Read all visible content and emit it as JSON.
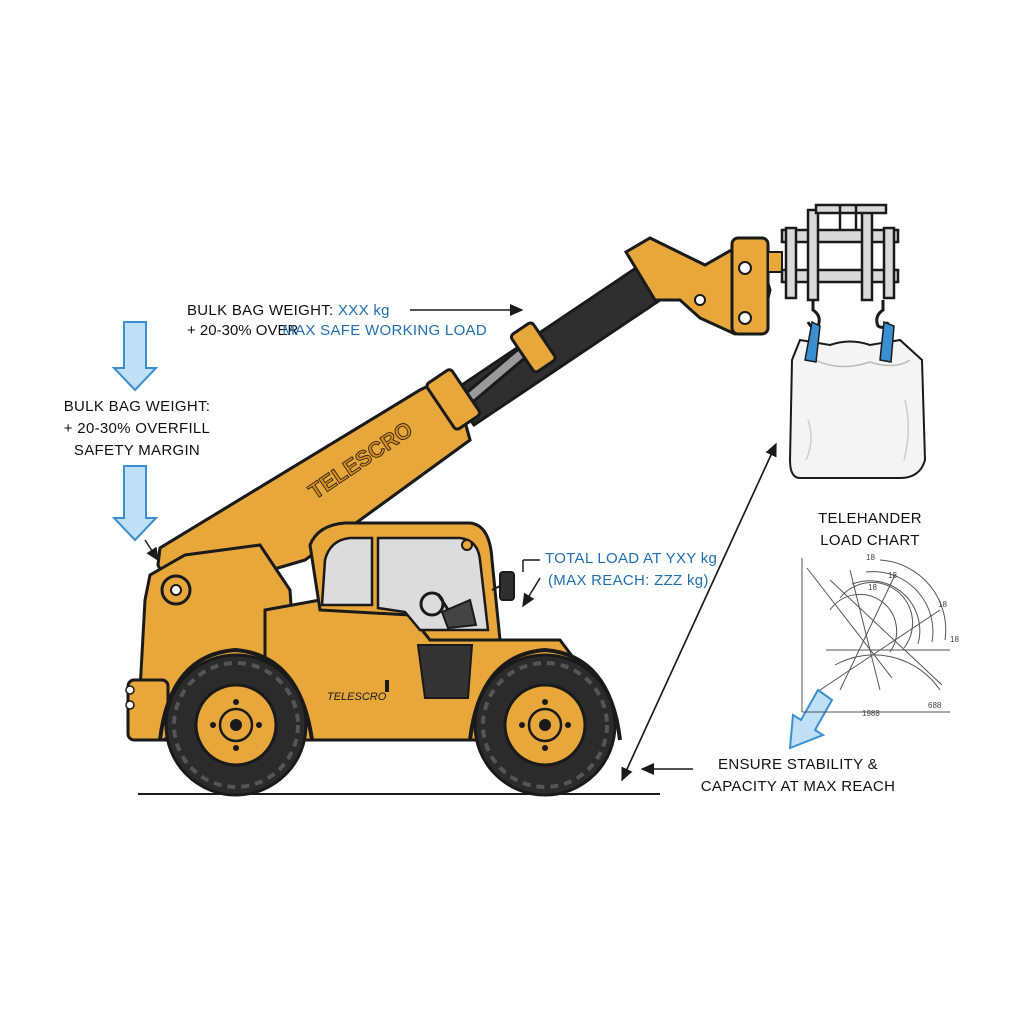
{
  "colors": {
    "machine_body": "#e8a73a",
    "machine_outline": "#1a1a1a",
    "tire": "#2b2b2b",
    "annotation_blue": "#1f6fb0",
    "arrow_fill": "#bfe0f7",
    "arrow_stroke": "#3a8fd0",
    "bag_fill": "#f4f4f4"
  },
  "machine": {
    "boom_brand": "TELESCRO",
    "body_brand": "TELESCRO"
  },
  "labels": {
    "top_line1_prefix": "BULK BAG WEIGHT:",
    "top_line1_value": "XXX kg",
    "top_line2_prefix": "+ 20-30% OVER",
    "top_line2_overlap": "MAX SAFE WORKING LOAD",
    "left_line1": "BULK BAG WEIGHT:",
    "left_line2": "+ 20-30% OVERFILL",
    "left_line3": "SAFETY MARGIN",
    "total_load_line1": "TOTAL LOAD AT YXY kg",
    "total_load_line2": "(MAX REACH: ZZZ kg)",
    "ensure_line1": "ENSURE STABILITY &",
    "ensure_line2": "CAPACITY AT MAX REACH",
    "chart_title_line1": "TELEHANDER",
    "chart_title_line2": "LOAD CHART"
  },
  "load_chart": {
    "tick_labels": [
      "18",
      "18",
      "18",
      "18",
      "18"
    ],
    "bottom_left_label": "1988",
    "bottom_right_label": "688"
  },
  "icons": [
    "down-arrow-icon",
    "hook-icon",
    "bulk-bag-icon",
    "steering-wheel-icon"
  ]
}
